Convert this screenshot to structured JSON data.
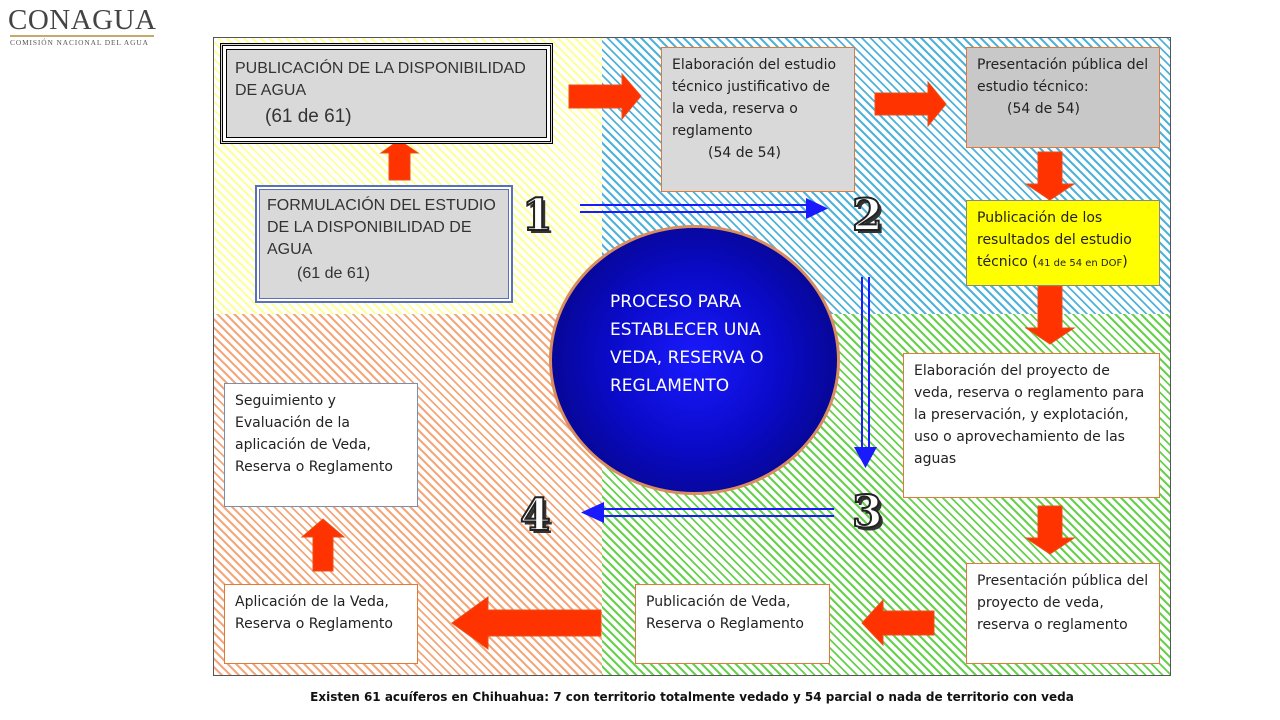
{
  "logo": {
    "name": "CONAGUA",
    "subtitle": "COMISIÓN NACIONAL DEL AGUA"
  },
  "center": {
    "title": "PROCESO PARA ESTABLECER UNA VEDA, RESERVA O REGLAMENTO"
  },
  "steps": {
    "one": "1",
    "two": "2",
    "three": "3",
    "four": "4"
  },
  "boxes": {
    "publicacion_disponibilidad": {
      "text": "PUBLICACIÓN DE LA DISPONIBILIDAD DE AGUA",
      "count": "(61 de 61)"
    },
    "formulacion_disponibilidad": {
      "text": "FORMULACIÓN DEL ESTUDIO DE LA DISPONIBILIDAD DE AGUA",
      "count": "(61 de 61)"
    },
    "elaboracion_estudio": {
      "text": "Elaboración del estudio técnico justificativo de la veda, reserva o reglamento",
      "count": "(54 de 54)"
    },
    "presentacion_estudio": {
      "text": "Presentación pública del estudio técnico:",
      "count": "(54 de 54)"
    },
    "publicacion_resultados": {
      "text": "Publicación de los resultados del estudio técnico (",
      "count": "41 de 54  en DOF",
      "close": ")"
    },
    "elaboracion_proyecto": {
      "text": "Elaboración del proyecto de veda, reserva o reglamento para la preservación,  y explotación, uso o aprovechamiento de las aguas"
    },
    "presentacion_proyecto": {
      "text": "Presentación pública del proyecto de veda, reserva o reglamento"
    },
    "publicacion_veda": {
      "text": "Publicación de Veda, Reserva o Reglamento"
    },
    "aplicacion_veda": {
      "text": "Aplicación de la Veda, Reserva o Reglamento"
    },
    "seguimiento": {
      "text": "Seguimiento y Evaluación de la aplicación de Veda, Reserva o  Reglamento"
    }
  },
  "footer": "Existen 61 acuíferos en Chihuahua: 7 con territorio totalmente vedado y 54 parcial o nada de territorio con veda",
  "colors": {
    "arrow_red": "#ff3300",
    "arrow_blue": "#1a1aff",
    "quadrant_1": "#ffff99",
    "quadrant_2": "#4fb3d9",
    "quadrant_3": "#66d14a",
    "quadrant_4": "#f4a77a",
    "highlight_yellow": "#ffff00"
  }
}
